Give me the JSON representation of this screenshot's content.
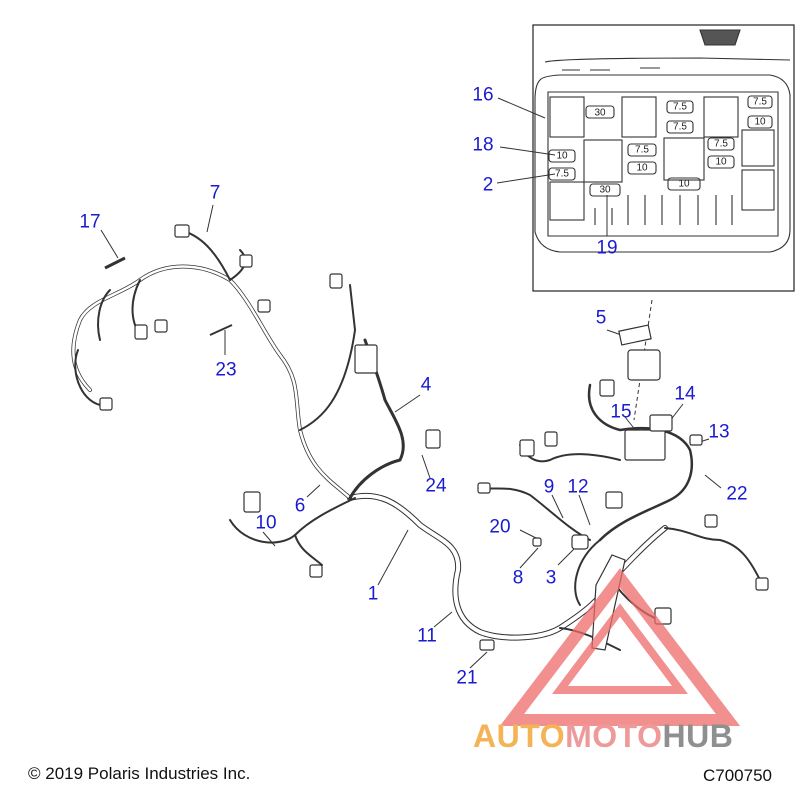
{
  "callouts": [
    {
      "id": "16",
      "text": "16"
    },
    {
      "id": "18",
      "text": "18"
    },
    {
      "id": "2",
      "text": "2"
    },
    {
      "id": "19",
      "text": "19"
    },
    {
      "id": "7",
      "text": "7"
    },
    {
      "id": "17",
      "text": "17"
    },
    {
      "id": "23",
      "text": "23"
    },
    {
      "id": "4",
      "text": "4"
    },
    {
      "id": "5",
      "text": "5"
    },
    {
      "id": "14",
      "text": "14"
    },
    {
      "id": "15",
      "text": "15"
    },
    {
      "id": "13",
      "text": "13"
    },
    {
      "id": "24",
      "text": "24"
    },
    {
      "id": "6",
      "text": "6"
    },
    {
      "id": "22",
      "text": "22"
    },
    {
      "id": "9",
      "text": "9"
    },
    {
      "id": "12",
      "text": "12"
    },
    {
      "id": "10",
      "text": "10"
    },
    {
      "id": "20",
      "text": "20"
    },
    {
      "id": "1",
      "text": "1"
    },
    {
      "id": "8",
      "text": "8"
    },
    {
      "id": "3",
      "text": "3"
    },
    {
      "id": "11",
      "text": "11"
    },
    {
      "id": "21",
      "text": "21"
    }
  ],
  "fuses": [
    "30",
    "7.5",
    "7.5",
    "7.5",
    "10",
    "10",
    "7.5",
    "7.5",
    "10",
    "10",
    "7.5",
    "30",
    "10"
  ],
  "footer": {
    "copyright": "© 2019 Polaris Industries Inc.",
    "code": "C700750"
  },
  "watermark": {
    "part1": "AUTO",
    "part2": "MOTO",
    "part3": "HUB"
  },
  "colors": {
    "callout": "#1a1ad0",
    "line": "#333333",
    "watermark_triangle": "#ee6a6a",
    "watermark_auto": "#f3b356",
    "watermark_hub": "#8f8f8f"
  }
}
